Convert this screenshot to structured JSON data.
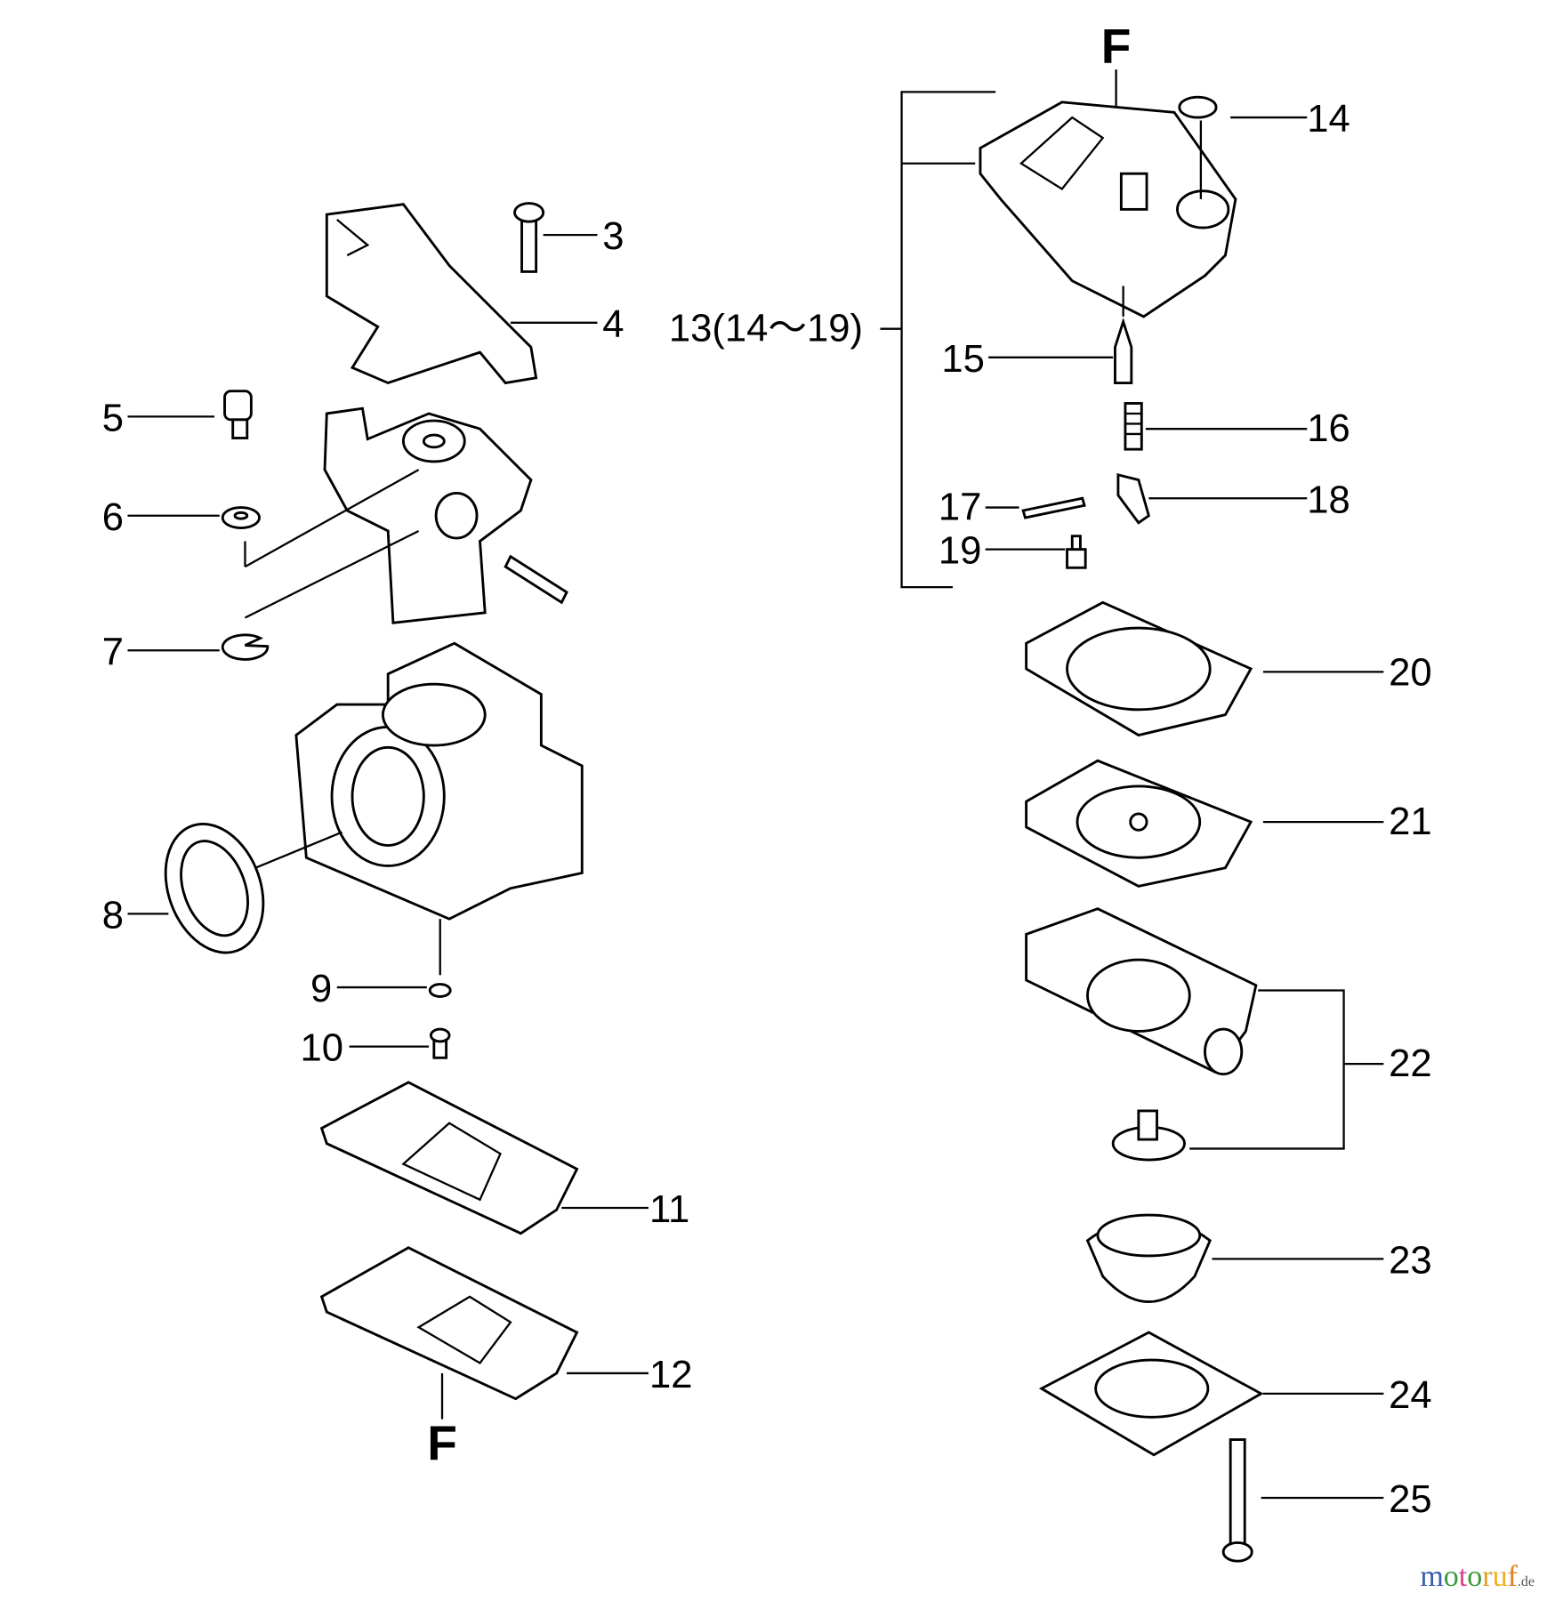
{
  "diagram": {
    "markers": {
      "top": "F",
      "bottom": "F"
    },
    "labels": {
      "p3": "3",
      "p4": "4",
      "p5": "5",
      "p6": "6",
      "p7": "7",
      "p8": "8",
      "p9": "9",
      "p10": "10",
      "p11": "11",
      "p12": "12",
      "p13": "13(14～19)",
      "p14": "14",
      "p15": "15",
      "p16": "16",
      "p17": "17",
      "p18": "18",
      "p19": "19",
      "p20": "20",
      "p21": "21",
      "p22": "22",
      "p23": "23",
      "p24": "24",
      "p25": "25"
    }
  },
  "watermark": {
    "text": "motoruf",
    "suffix": ".de",
    "colors": [
      "#3a5bb0",
      "#3a9a3a",
      "#d4428a",
      "#3a9a3a",
      "#e0a020",
      "#f0b020",
      "#e08020"
    ]
  }
}
